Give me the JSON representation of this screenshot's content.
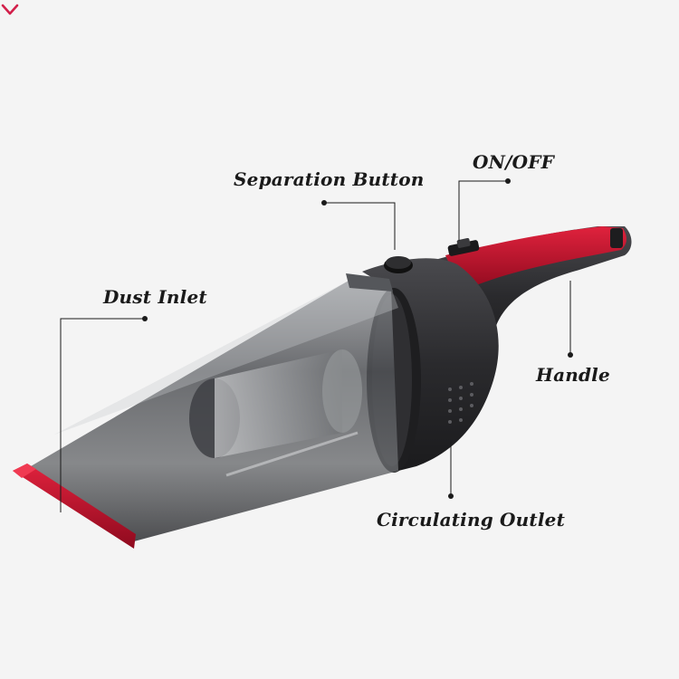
{
  "labels": {
    "separation_button": "Separation Button",
    "on_off": "ON/OFF",
    "dust_inlet": "Dust Inlet",
    "handle": "Handle",
    "circulating_outlet": "Circulating Outlet"
  },
  "icons": {
    "scroll_indicator": "chevron-down-icon"
  },
  "colors": {
    "accent_red": "#c8102e",
    "body_dark": "#2b2b2e",
    "background": "#f4f4f4"
  }
}
